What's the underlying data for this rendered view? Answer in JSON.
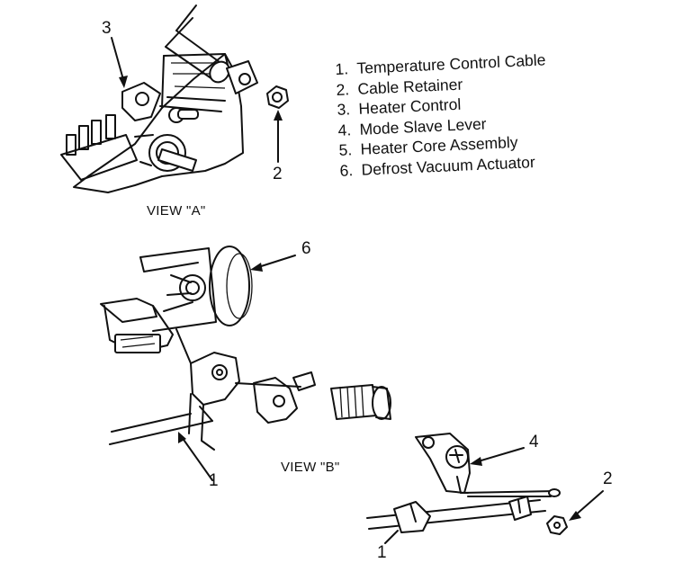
{
  "legend": [
    {
      "number": "1.",
      "text": "Temperature Control Cable"
    },
    {
      "number": "2.",
      "text": "Cable Retainer"
    },
    {
      "number": "3.",
      "text": "Heater Control"
    },
    {
      "number": "4.",
      "text": "Mode Slave Lever"
    },
    {
      "number": "5.",
      "text": "Heater Core Assembly"
    },
    {
      "number": "6.",
      "text": "Defrost Vacuum Actuator"
    }
  ],
  "views": {
    "a": "VIEW \"A\"",
    "b": "VIEW \"B\""
  },
  "callouts": {
    "view_a_heater_control": "3",
    "view_a_retainer": "2",
    "view_b_actuator": "6",
    "view_b_cable": "1",
    "lower_right_lever": "4",
    "lower_right_retainer": "2",
    "lower_right_cable": "1"
  }
}
